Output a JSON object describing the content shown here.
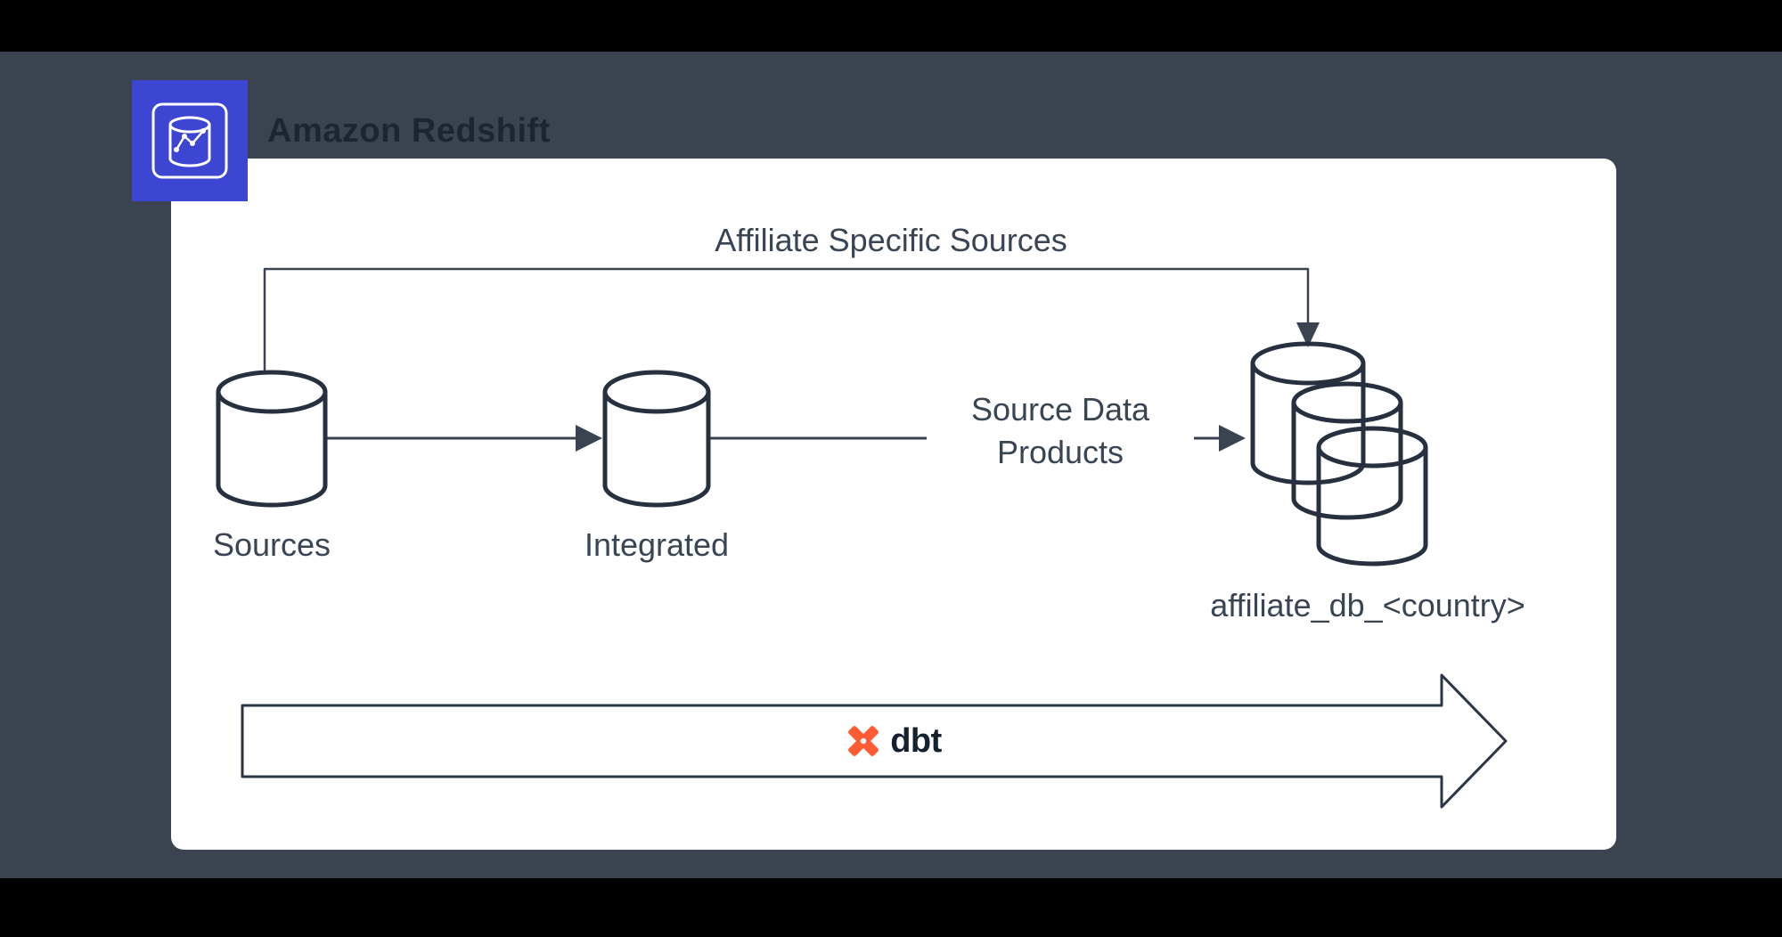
{
  "theme": {
    "page_bg": "#000000",
    "canvas_bg": "#3b4350",
    "card_bg": "#ffffff",
    "badge_bg": "#3d46d2",
    "diagram_stroke": "#26303e",
    "connector_stroke": "#3a4450",
    "label_color": "#3a4553",
    "title_color": "#1c2531",
    "dbt_orange": "#ff5c35",
    "dbt_text_color": "#15212e"
  },
  "header": {
    "title": "Amazon Redshift",
    "badge_icon": "redshift-database-icon"
  },
  "diagram": {
    "connectors": {
      "affiliate_specific": {
        "label": "Affiliate Specific Sources"
      },
      "source_data_products": {
        "label_line1": "Source Data",
        "label_line2": "Products"
      }
    },
    "nodes": {
      "sources": {
        "label": "Sources",
        "icon": "database-cylinder-icon"
      },
      "integrated": {
        "label": "Integrated",
        "icon": "database-cylinder-icon"
      },
      "affiliate_db": {
        "label": "affiliate_db_<country>",
        "icon": "database-stack-icon"
      }
    },
    "pipeline": {
      "tool_label": "dbt",
      "icon": "dbt-logo-icon"
    }
  }
}
